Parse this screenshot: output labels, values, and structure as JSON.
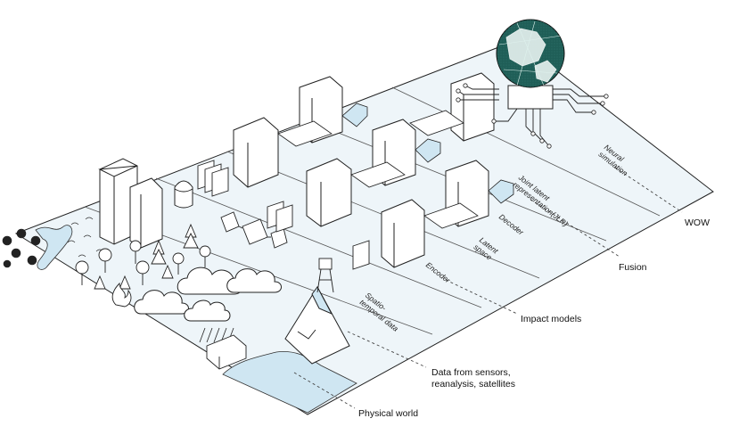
{
  "layer_labels": {
    "wow": "WOW",
    "fusion": "Fusion",
    "impact_models": "Impact models",
    "data_sources_line1": "Data from sensors,",
    "data_sources_line2": "reanalysis, satellites",
    "physical_world": "Physical world"
  },
  "plane_labels": {
    "neural_simulation_line1": "Neural",
    "neural_simulation_line2": "simulation",
    "joint_latent_line1": "Joint latent",
    "joint_latent_line2": "representation(JLR)",
    "decoder": "Decoder",
    "latent_space_line1": "Latent",
    "latent_space_line2": "space",
    "encoder": "Encoder",
    "spatiotemporal_line1": "Spatio-",
    "spatiotemporal_line2": "temporal data"
  },
  "colors": {
    "plane_fill": "#eef5f9",
    "water": "#cfe6f2",
    "globe": "#1f5e57",
    "line": "#111111"
  }
}
